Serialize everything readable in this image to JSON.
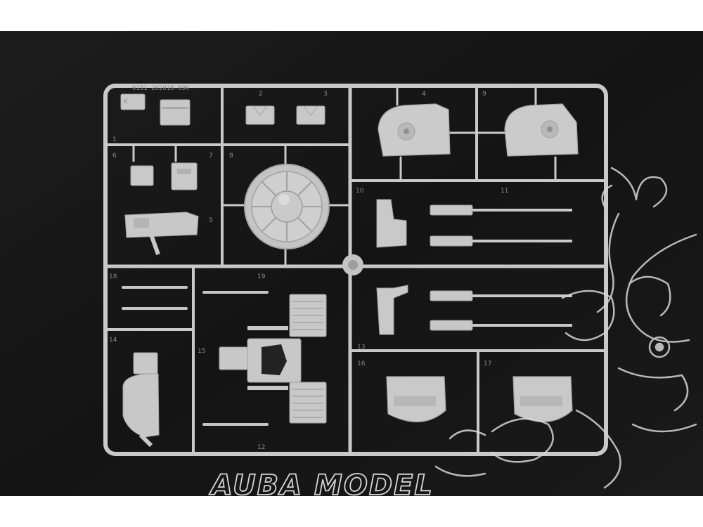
{
  "sprue": {
    "code": "0151 202018-09K",
    "letter": "K",
    "part_numbers": [
      "1",
      "2",
      "3",
      "4",
      "5",
      "6",
      "7",
      "8",
      "9",
      "10",
      "11",
      "12",
      "13",
      "14",
      "15",
      "16",
      "17",
      "18",
      "19"
    ]
  },
  "watermark": {
    "text": "AUBA MODEL"
  },
  "colors": {
    "background": "#161616",
    "plastic": "#c9c9c9",
    "plastic_shadow": "#a9a9a9",
    "watermark": "#d6d6d6",
    "page": "#ffffff"
  }
}
